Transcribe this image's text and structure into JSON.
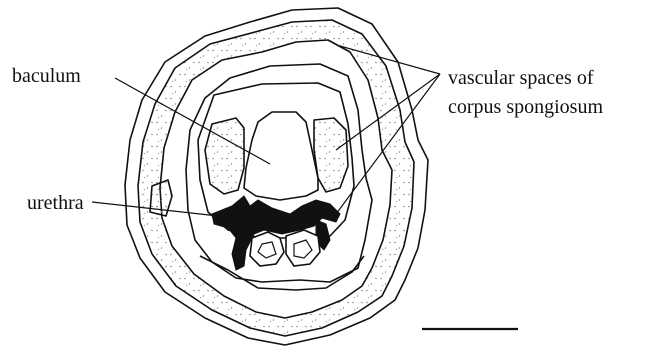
{
  "labels": {
    "baculum": "baculum",
    "urethra": "urethra",
    "vascular_line1": "vascular spaces of",
    "vascular_line2": "corpus spongiosum"
  },
  "colors": {
    "ink": "#111111",
    "background": "#ffffff",
    "stipple": "#8a8a8a"
  }
}
